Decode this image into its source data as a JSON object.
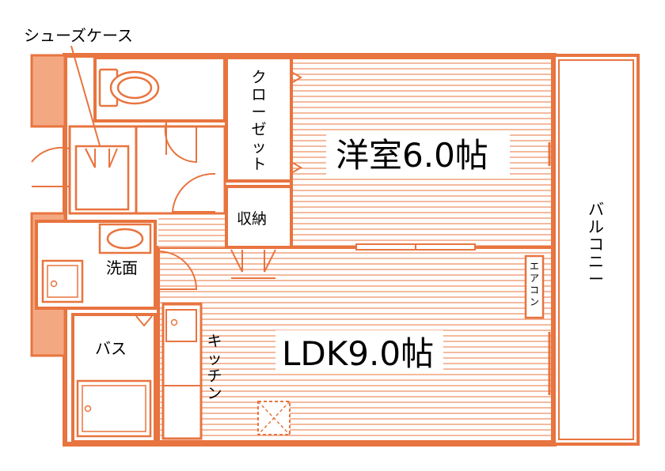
{
  "colors": {
    "wall_stroke": "#e8743f",
    "wall_fill": "#f3a882",
    "floor_fill": "#f9d6c2",
    "hatch_line": "#e8743f",
    "text": "#000000"
  },
  "labels": {
    "shoe_case": "シューズケース",
    "closet": [
      "ク",
      "ロ",
      "ー",
      "ゼ",
      "ッ",
      "ト"
    ],
    "western_room": "洋室6.0帖",
    "storage": "収納",
    "balcony": [
      "バ",
      "ル",
      "コ",
      "ニ",
      "ー"
    ],
    "washroom": "洗面",
    "aircon": [
      "エ",
      "ア",
      "コ",
      "ン"
    ],
    "bath": "バス",
    "kitchen": [
      "キ",
      "ッ",
      "チ",
      "ン"
    ],
    "ldk": "LDK9.0帖"
  }
}
